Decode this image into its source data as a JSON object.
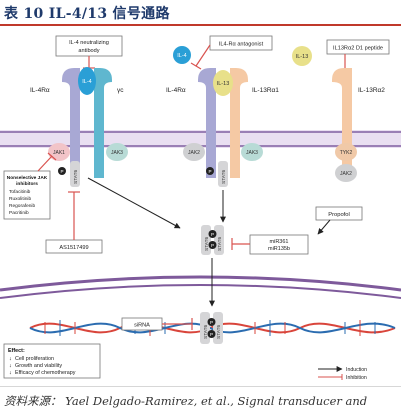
{
  "title": "表 10   IL-4/13 信号通路",
  "source": "资料来源： Yael Delgado-Ramirez, et al., Signal transducer and",
  "labels": {
    "il4_neutralizing": [
      "IL-4  neutralizing",
      "antibody"
    ],
    "il4ra_antagonist": "IL4-Rα antagonist",
    "il13ra2_peptide": "IL13Rα2 D1 peptide",
    "il4_left": "IL-4",
    "il4_mid": "IL-4",
    "il13_mid": "IL-13",
    "il13_right": "IL-13",
    "il4ra_left": "IL-4Rα",
    "gamma_c": "γc",
    "il4ra_mid": "IL-4Rα",
    "il13ra1": "IL-13Rα1",
    "il13ra2": "IL-13Rα2",
    "jak1_left": "JAK1",
    "jak3_left": "JAK3",
    "jak2_mid": "JAK2",
    "jak3_mid": "JAK3",
    "tyk2": "TYK2",
    "jak2_right": "JAK2",
    "stat6": "STAT6",
    "p": "P",
    "jak_inhib_title": "Nonselective JAK inhibitors",
    "jak_inhib_list": [
      "Tofacitinib",
      "Ruxolitinib",
      "Regorafenib",
      "Pacritinib"
    ],
    "as1517499": "AS1517499",
    "propofol": "Propofol",
    "mir": [
      "miR361",
      "miR135b"
    ],
    "sirna": "siRNA",
    "effect_title": "Effect:",
    "effects": [
      "Cell proliferation",
      "Growth and viability",
      "Efficacy of chemotherapy"
    ],
    "legend_induction": "Induction",
    "legend_inhibition": "Inhibition"
  },
  "colors": {
    "il4": "#2a9fd6",
    "il13": "#e8e08a",
    "il4ra": "#a8a8d4",
    "gamma_c": "#5fb7cf",
    "il13ra1": "#f5c9a4",
    "il13ra2": "#f5c9a4",
    "jak1": "#f2c4c8",
    "jak3": "#b8dbd6",
    "jak2": "#cfd0d2",
    "tyk2": "#f0c9a8",
    "stat6": "#d5d5d7",
    "inhibition": "#d9534f",
    "membrane": "#9a7fb5",
    "nucleus": "#7e5a9b",
    "dna1": "#d9453b",
    "dna2": "#2b6cb0"
  }
}
